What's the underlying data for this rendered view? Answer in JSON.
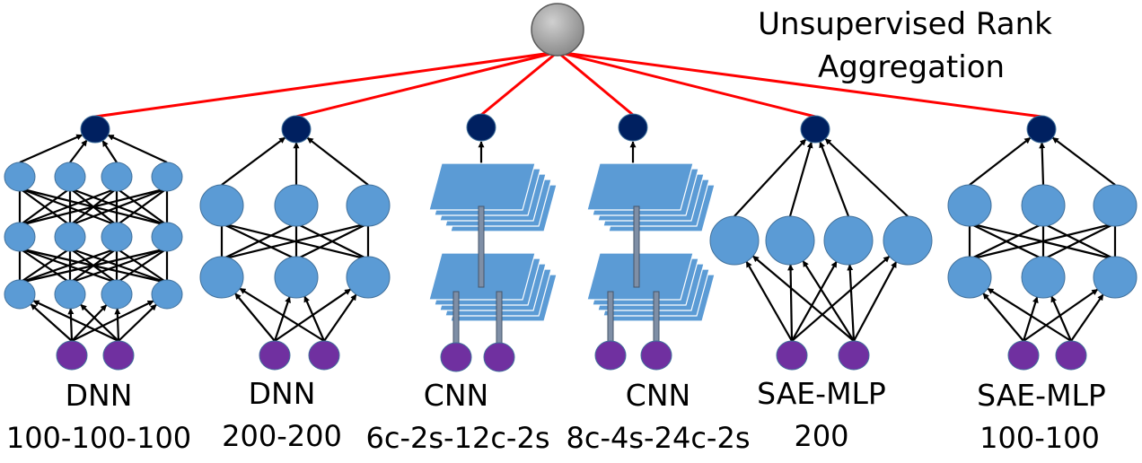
{
  "title_lines": [
    "Unsupervised Rank",
    "Aggregation"
  ],
  "colors": {
    "output_node": "#002060",
    "hidden_node": "#5B9BD5",
    "input_node": "#7030A0",
    "aggregator": "#A6A6A6",
    "aggregation_link": "#FF0000",
    "feature_map": "#5B9BD5",
    "connection": "#000000"
  },
  "networks": [
    {
      "id": "dnn-100-100-100",
      "type": "DNN",
      "config": "100-100-100",
      "inputs": 2,
      "hidden_layers": [
        4,
        4,
        4
      ],
      "outputs": 1
    },
    {
      "id": "dnn-200-200",
      "type": "DNN",
      "config": "200-200",
      "inputs": 2,
      "hidden_layers": [
        3,
        3
      ],
      "outputs": 1
    },
    {
      "id": "cnn-6c-2s-12c-2s",
      "type": "CNN",
      "config": "6c-2s-12c-2s",
      "inputs": 2,
      "feature_map_stacks": 2,
      "outputs": 1
    },
    {
      "id": "cnn-8c-4s-24c-2s",
      "type": "CNN",
      "config": "8c-4s-24c-2s",
      "inputs": 2,
      "feature_map_stacks": 2,
      "outputs": 1
    },
    {
      "id": "sae-mlp-200",
      "type": "SAE-MLP",
      "config": "200",
      "inputs": 2,
      "hidden_layers": [
        4
      ],
      "outputs": 1
    },
    {
      "id": "sae-mlp-100-100",
      "type": "SAE-MLP",
      "config": "100-100",
      "inputs": 2,
      "hidden_layers": [
        3,
        3
      ],
      "outputs": 1
    }
  ]
}
